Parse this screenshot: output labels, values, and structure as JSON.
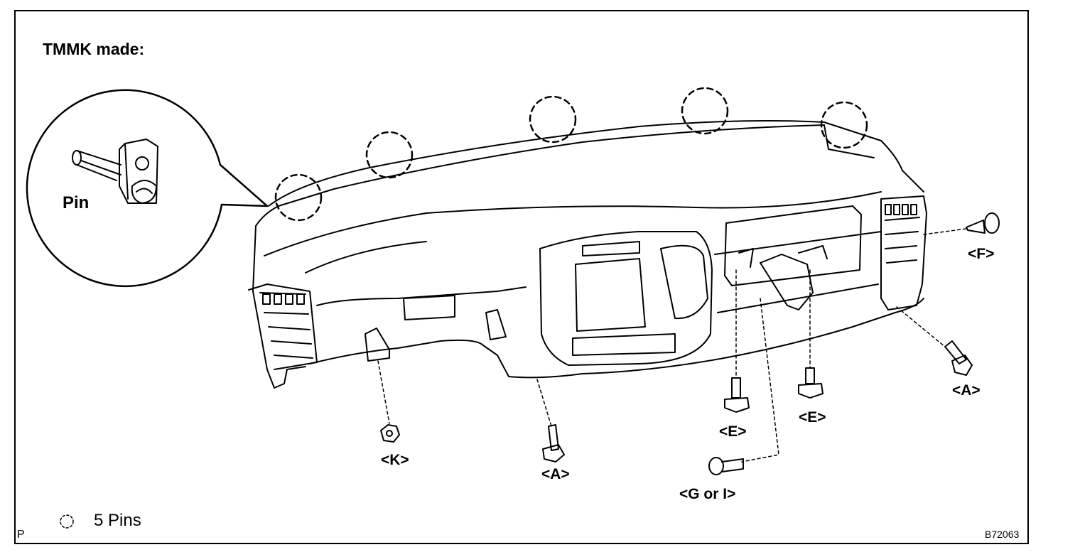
{
  "title": "TMMK made:",
  "pin_label": "Pin",
  "fasteners": {
    "f": "<F>",
    "a_right": "<A>",
    "e_mid": "<E>",
    "e_left": "<E>",
    "k": "<K>",
    "a_bottom": "<A>",
    "g_or_i": "<G or I>"
  },
  "legend": {
    "text": "5 Pins"
  },
  "corner_mark": "P",
  "figure_code": "B72063"
}
